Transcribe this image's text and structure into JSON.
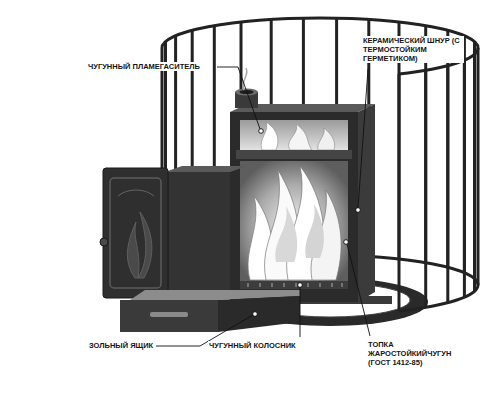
{
  "diagram": {
    "labels": [
      "ЧУГУННЫЙ ПЛАМЕГАСИТЕЛЬ",
      "КЕРАМИЧЕСКИЙ ШНУР (С ТЕРМОСТОЙКИМ ГЕРМЕТИКОМ)",
      "ЗОЛЬНЫЙ ЯЩИК",
      "ЧУГУННЫЙ КОЛОСНИК",
      "ТОПКА ЖАРОСТОЙКИЙЧУГУН (ГОСТ 1412-85)"
    ]
  }
}
